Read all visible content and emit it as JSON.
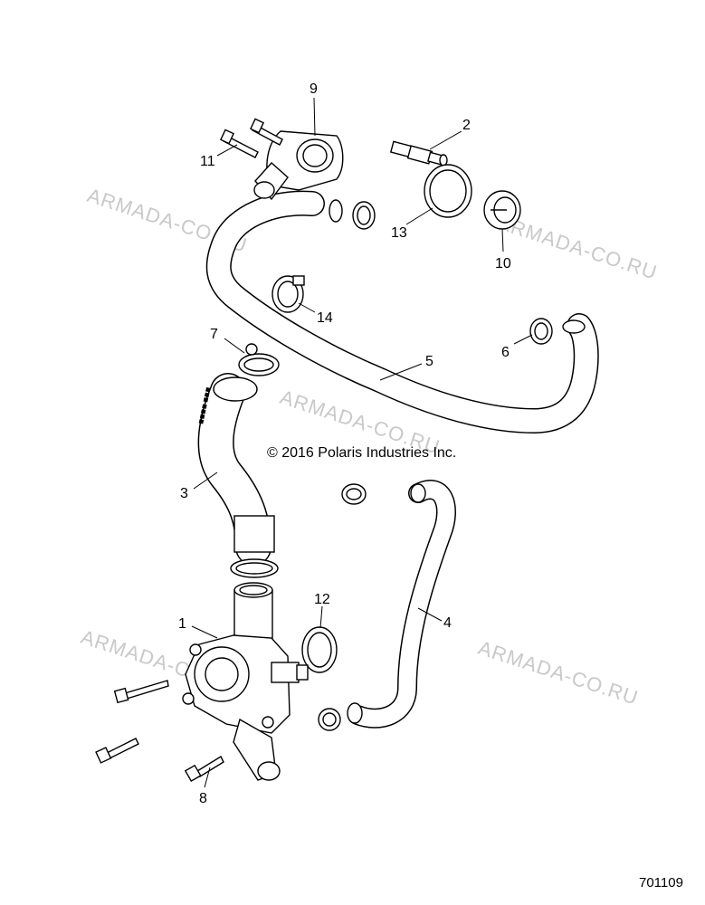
{
  "copyright": "© 2016 Polaris Industries Inc.",
  "figure_number": "701109",
  "watermark": "ARMADA-CO.RU",
  "callouts": {
    "c1": "1",
    "c2": "2",
    "c3": "3",
    "c4": "4",
    "c5": "5",
    "c6": "6",
    "c7": "7",
    "c8": "8",
    "c9": "9",
    "c10": "10",
    "c11": "11",
    "c12": "12",
    "c13": "13",
    "c14": "14"
  }
}
